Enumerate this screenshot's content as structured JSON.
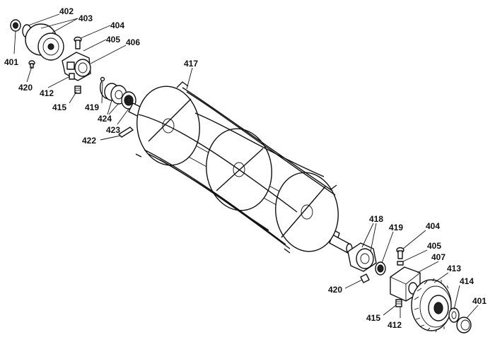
{
  "callouts": {
    "c401a": "401",
    "c402": "402",
    "c403": "403",
    "c404a": "404",
    "c405a": "405",
    "c406": "406",
    "c420a": "420",
    "c412a": "412",
    "c415a": "415",
    "c417": "417",
    "c419a": "419",
    "c424": "424",
    "c423": "423",
    "c422": "422",
    "c418": "418",
    "c419b": "419",
    "c404b": "404",
    "c405b": "405",
    "c407": "407",
    "c413": "413",
    "c414": "414",
    "c401b": "401",
    "c420b": "420",
    "c415b": "415",
    "c412b": "412"
  }
}
